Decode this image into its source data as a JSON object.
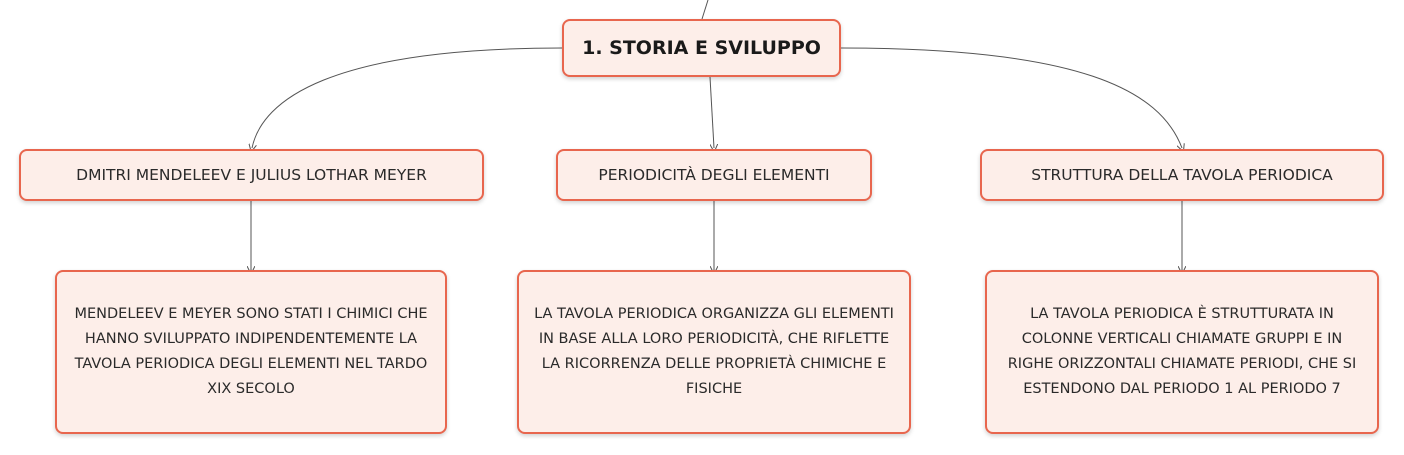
{
  "root": {
    "label": "1. STORIA E SVILUPPO"
  },
  "branches": [
    {
      "label": "DMITRI MENDELEEV E JULIUS LOTHAR MEYER",
      "detail": "MENDELEEV E MEYER SONO STATI I CHIMICI CHE HANNO SVILUPPATO INDIPENDENTEMENTE LA TAVOLA PERIODICA DEGLI ELEMENTI NEL TARDO XIX SECOLO"
    },
    {
      "label": "PERIODICITÀ DEGLI ELEMENTI",
      "detail": "LA TAVOLA PERIODICA ORGANIZZA GLI ELEMENTI IN BASE ALLA LORO PERIODICITÀ, CHE RIFLETTE LA RICORRENZA DELLE PROPRIETÀ CHIMICHE E FISICHE"
    },
    {
      "label": "STRUTTURA DELLA TAVOLA PERIODICA",
      "detail": "LA TAVOLA PERIODICA È STRUTTURATA IN COLONNE VERTICALI CHIAMATE GRUPPI E IN RIGHE ORIZZONTALI CHIAMATE PERIODI, CHE SI ESTENDONO DAL PERIODO 1 AL PERIODO 7"
    }
  ],
  "colors": {
    "border": "#e8664e",
    "fill": "#fdeee9",
    "connector": "#555555"
  }
}
